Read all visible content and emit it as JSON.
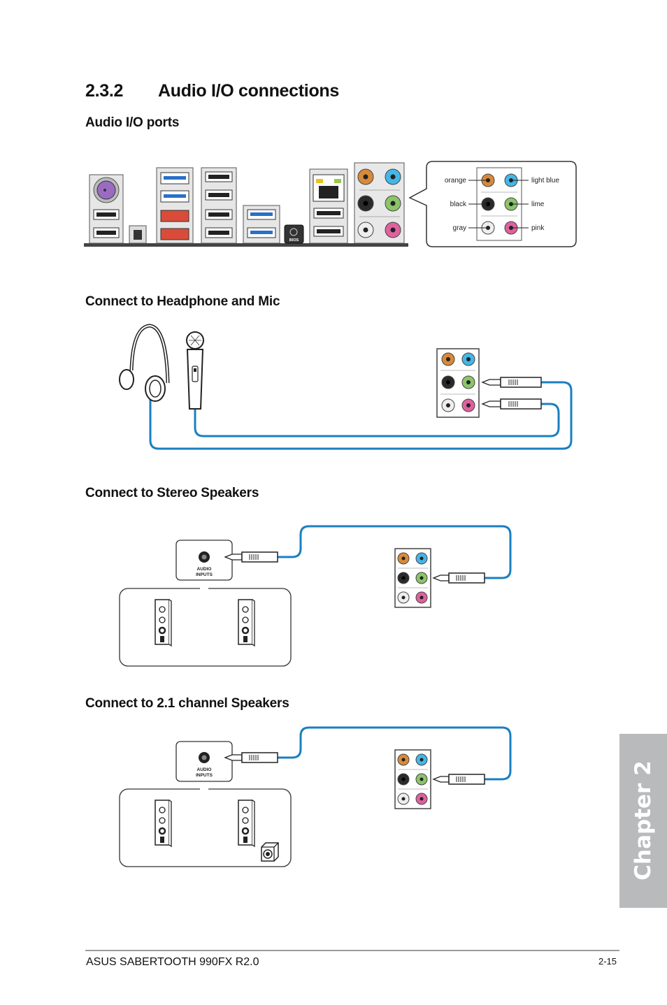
{
  "heading": {
    "number": "2.3.2",
    "title": "Audio I/O connections"
  },
  "sections": {
    "ports": "Audio I/O ports",
    "headphone": "Connect to Headphone and Mic",
    "stereo": "Connect to Stereo Speakers",
    "channel21": "Connect to 2.1 channel Speakers"
  },
  "port_labels": {
    "orange": "orange",
    "light_blue": "light blue",
    "black": "black",
    "lime": "lime",
    "gray": "gray",
    "pink": "pink"
  },
  "port_colors": {
    "orange": "#d88a3a",
    "light_blue": "#45b6e6",
    "black": "#2a2a2a",
    "lime": "#8cc46a",
    "gray": "#eeeeee",
    "pink": "#e0619e",
    "cable": "#1a7fc1",
    "bracket": "#d8d8d8"
  },
  "io_panel": {
    "bios_label": "BIOS"
  },
  "speaker_box": {
    "line1": "AUDIO",
    "line2": "INPUTS"
  },
  "chapter_tab": "Chapter 2",
  "footer": {
    "product": "ASUS SABERTOOTH 990FX R2.0",
    "page": "2-15"
  }
}
